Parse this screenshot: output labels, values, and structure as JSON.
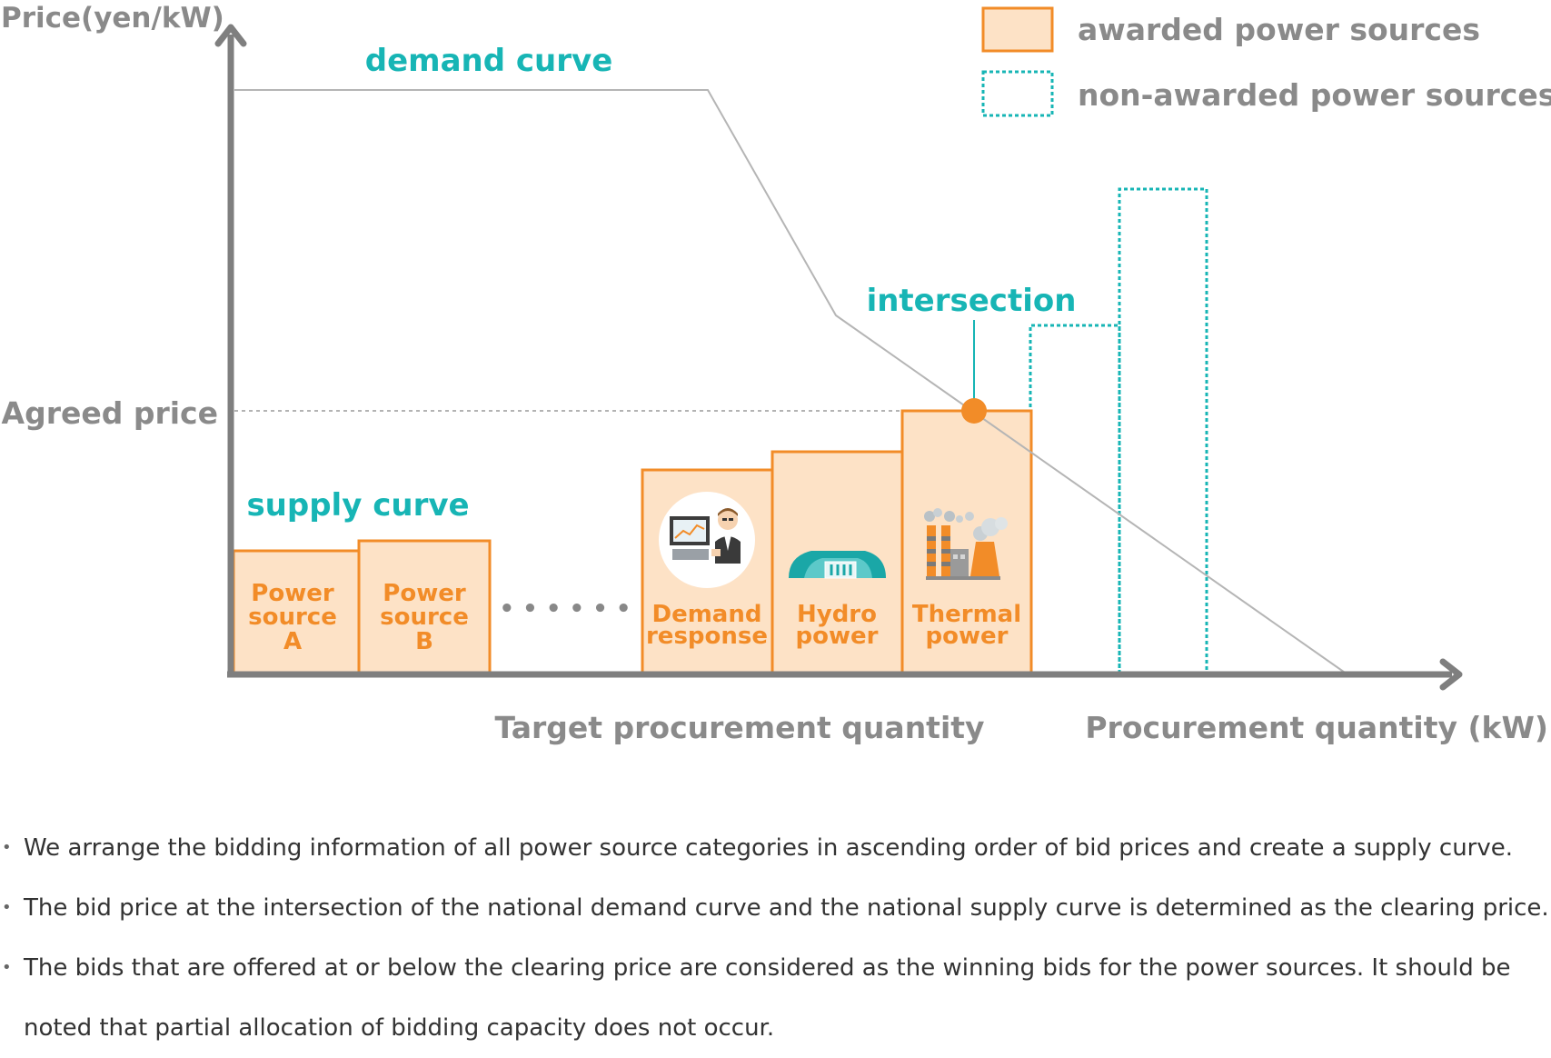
{
  "axes": {
    "y_label": "Price(yen/kW)",
    "x_label": "Procurement quantity (kW)",
    "agreed_price_label": "Agreed price",
    "target_quantity_label": "Target procurement quantity"
  },
  "labels": {
    "demand_curve": "demand curve",
    "supply_curve": "supply curve",
    "intersection": "intersection",
    "ellipsis": "• • • • • •"
  },
  "legend": {
    "awarded": "awarded power sources",
    "non_awarded": "non-awarded power sources"
  },
  "sources": [
    {
      "lines": [
        "Power",
        "source",
        "A"
      ]
    },
    {
      "lines": [
        "Power",
        "source",
        "B"
      ]
    },
    {
      "lines": [
        "Demand",
        "response"
      ],
      "icon": "demand-response-icon"
    },
    {
      "lines": [
        "Hydro",
        "power"
      ],
      "icon": "hydro-dam-icon"
    },
    {
      "lines": [
        "Thermal",
        "power"
      ],
      "icon": "thermal-plant-icon"
    }
  ],
  "colors": {
    "awarded_fill": "#fde2c6",
    "awarded_stroke": "#f28c28",
    "label_orange": "#f28c28",
    "teal": "#17b5b5",
    "axis": "#7f7f7f",
    "demand_line": "#b5b5b5",
    "gray_text": "#8a8a8a"
  },
  "notes": [
    "We arrange the bidding information of all power source categories in ascending order of bid prices and create a supply curve.",
    "The bid price at the intersection of the national demand curve and the national supply curve is determined as the clearing price.",
    "The bids that are offered at or below the clearing price are considered as the winning bids for the power sources. It should be",
    "noted that partial allocation of bidding capacity does not occur."
  ]
}
